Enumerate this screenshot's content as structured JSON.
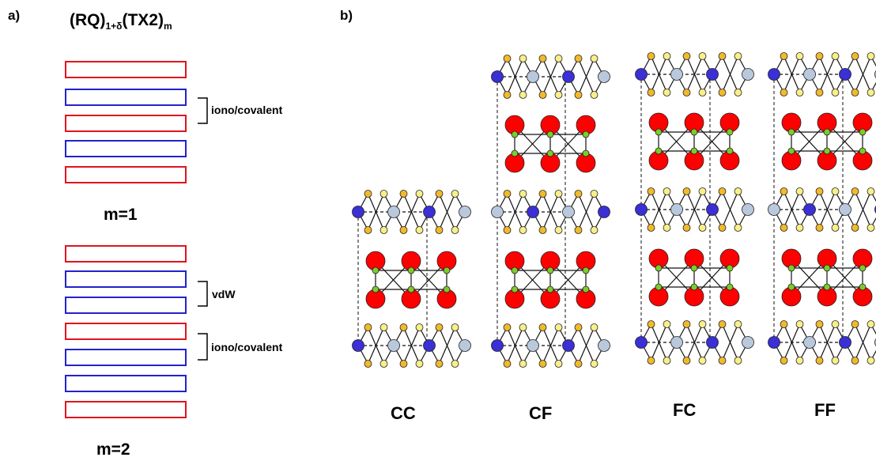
{
  "panel_a": {
    "label": "a)",
    "formula": {
      "part1": "(RQ)",
      "sub1": "1+δ",
      "part2": "(TX2)",
      "sub2": "m"
    },
    "m1_label": "m=1",
    "m2_label": "m=2",
    "iono_label_1": "iono/covalent",
    "vdw_label": "vdW",
    "iono_label_2": "iono/covalent"
  },
  "panel_b": {
    "label": "b)",
    "structures": [
      "CC",
      "CF",
      "FC",
      "FF"
    ]
  },
  "colors": {
    "rq_layer": "#e0141e",
    "tx2_layer": "#2222cc",
    "atom_red": "#ff0000",
    "atom_green": "#7ccc2a",
    "atom_dark_blue": "#3b2fd6",
    "atom_light_blue": "#b9c8dc",
    "atom_yellow_dark": "#f2b92a",
    "atom_yellow_light": "#f7ef8a"
  }
}
